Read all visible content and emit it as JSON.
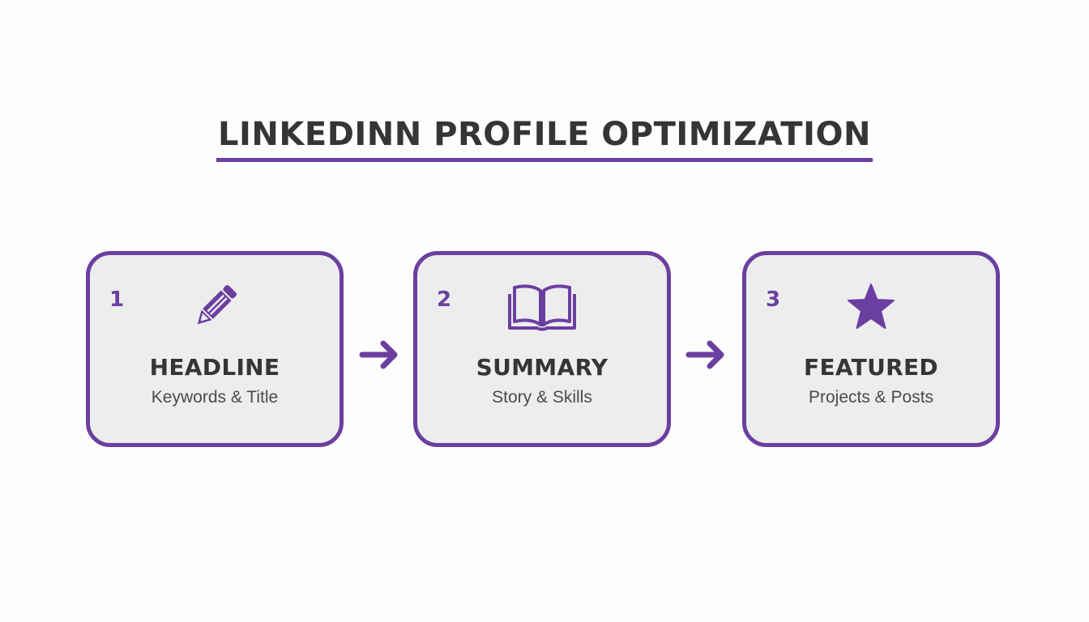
{
  "title": "LINKEDINN PROFILE OPTIMIZATION",
  "accent_color": "#6b3fa0",
  "steps": [
    {
      "number": "1",
      "label": "HEADLINE",
      "sub": "Keywords & Title",
      "icon": "pencil-icon"
    },
    {
      "number": "2",
      "label": "SUMMARY",
      "sub": "Story & Skills",
      "icon": "open-book-icon"
    },
    {
      "number": "3",
      "label": "FEATURED",
      "sub": "Projects & Posts",
      "icon": "star-icon"
    }
  ]
}
